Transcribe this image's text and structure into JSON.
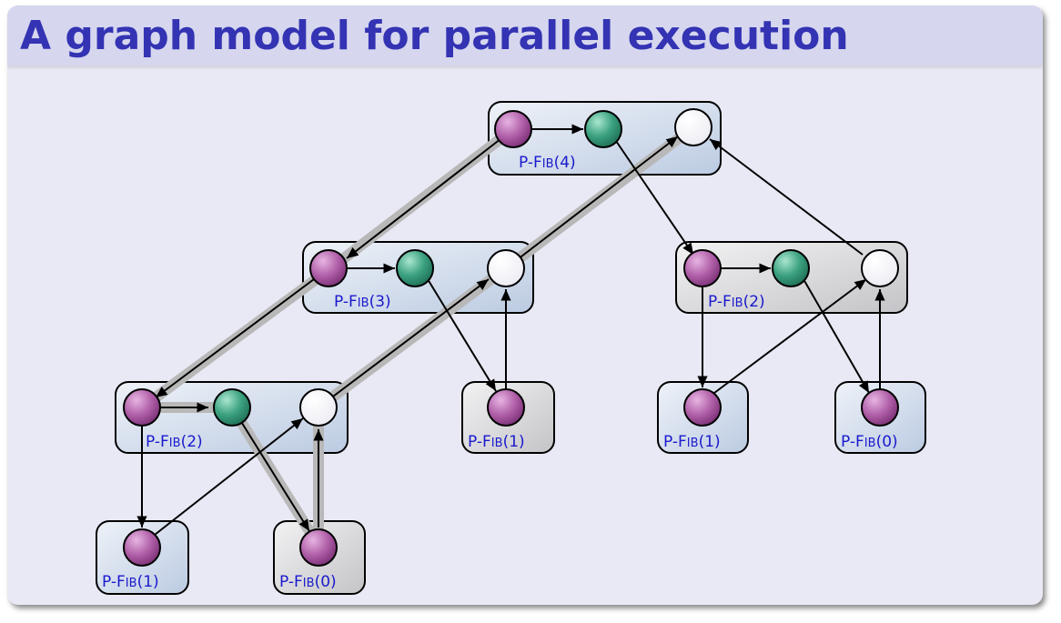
{
  "slide": {
    "title": "A graph model for parallel execution"
  },
  "diagram": {
    "frames": [
      {
        "id": "f4",
        "label_prefix": "P-F",
        "label_sc": "IB",
        "label_arg": "(4)",
        "tint": "blue"
      },
      {
        "id": "f3",
        "label_prefix": "P-F",
        "label_sc": "IB",
        "label_arg": "(3)",
        "tint": "blue"
      },
      {
        "id": "f2r",
        "label_prefix": "P-F",
        "label_sc": "IB",
        "label_arg": "(2)",
        "tint": "gray"
      },
      {
        "id": "f2l",
        "label_prefix": "P-F",
        "label_sc": "IB",
        "label_arg": "(2)",
        "tint": "blue"
      },
      {
        "id": "f1m",
        "label_prefix": "P-F",
        "label_sc": "IB",
        "label_arg": "(1)",
        "tint": "gray"
      },
      {
        "id": "f1r",
        "label_prefix": "P-F",
        "label_sc": "IB",
        "label_arg": "(1)",
        "tint": "blue"
      },
      {
        "id": "f0r",
        "label_prefix": "P-F",
        "label_sc": "IB",
        "label_arg": "(0)",
        "tint": "blue"
      },
      {
        "id": "f1l",
        "label_prefix": "P-F",
        "label_sc": "IB",
        "label_arg": "(1)",
        "tint": "blue"
      },
      {
        "id": "f0l",
        "label_prefix": "P-F",
        "label_sc": "IB",
        "label_arg": "(0)",
        "tint": "gray"
      }
    ],
    "node_kinds": {
      "spawn": "#a0449a",
      "continue": "#3aa07f",
      "sync": "#ffffff"
    },
    "colors": {
      "frame_blue": "#cfd9ea",
      "frame_gray": "#cfcfd2",
      "critical_path": "#b8b8b8",
      "edge": "#000000",
      "title": "#3333b3",
      "label": "#1a1acc"
    }
  }
}
